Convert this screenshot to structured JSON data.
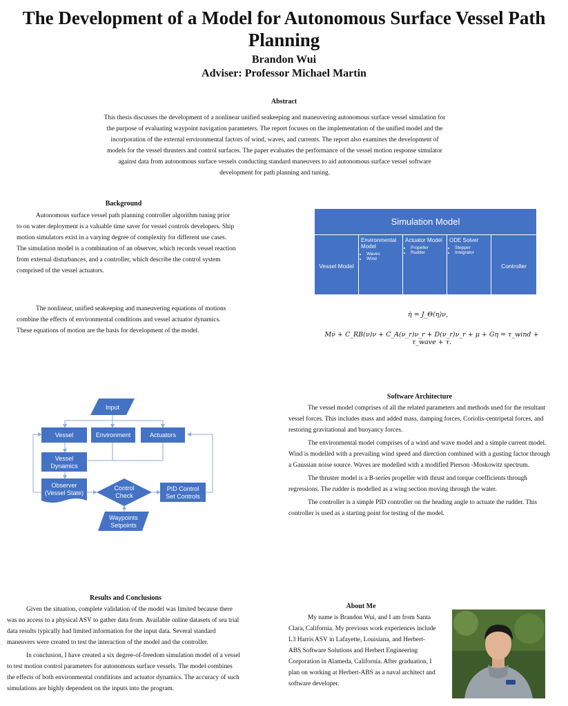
{
  "title": "The Development of a Model for Autonomous Surface Vessel Path Planning",
  "author": "Brandon Wui",
  "adviser": "Adviser: Professor Michael Martin",
  "abstract": {
    "heading": "Abstract",
    "text": "This thesis discusses the development of a nonlinear unified seakeeping and maneuvering autonomous surface vessel simulation for the purpose of evaluating waypoint navigation parameters. The report focuses on the implementation of the unified model and the incorporation of the external environmental factors of wind, waves, and currents. The report also examines the development of models for the vessel thrusters and control surfaces. The paper evaluates the performance of the vessel motion response simulator against data from autonomous surface vessels conducting standard maneuvers to aid autonomous surface vessel software development for path planning and tuning."
  },
  "background": {
    "heading": "Background",
    "p1": "Autonomous surface vessel path planning controller algorithm tuning prior to on water deployment is a valuable time saver for vessel controls developers. Ship motion simulators exist in a varying degree of complexity for different use cases. The simulation model is a combination of an observer, which records vessel reaction from external disturbances, and a controller, which describe the control system comprised of the vessel actuators.",
    "p2": "The nonlinear, unified seakeeping and maneuvering equations of motions combine the effects of environmental conditions and vessel actuator dynamics. These equations of motion are the basis for development of the model."
  },
  "simulation_model": {
    "header": "Simulation Model",
    "vessel_model": "Vessel Model",
    "environmental": {
      "title": "Environmental Model",
      "items": [
        "Waves",
        "Wind"
      ]
    },
    "actuator": {
      "title": "Actuator Model",
      "items": [
        "Propeller",
        "Rudder"
      ]
    },
    "ode": {
      "title": "ODE Solver",
      "items": [
        "Stepper",
        "Integrator"
      ]
    },
    "controller": "Controller"
  },
  "equations": {
    "eq1": "η̇ = J_Θ(η)ν,",
    "eq2": "Mν̇ + C_RB(ν)ν + C_A(ν_r)ν_r + D(ν_r)ν_r + μ + Gη = τ_wind + τ_wave + τ."
  },
  "flowchart": {
    "input": "Input",
    "vessel": "Vessel",
    "environment": "Environment",
    "actuators": "Actuators",
    "vessel_dynamics_1": "Vessel",
    "vessel_dynamics_2": "Dynamics",
    "observer_1": "Observer",
    "observer_2": "(Vessel State)",
    "control_check_1": "Control",
    "control_check_2": "Check",
    "pid_1": "PID Control",
    "pid_2": "Set Controls",
    "waypoints_1": "Waypoints",
    "waypoints_2": "Setpoints"
  },
  "software_architecture": {
    "heading": "Software Architecture",
    "p1": "The vessel model comprises of all the related parameters and methods used for the resultant vessel forces. This includes mass and added mass, damping forces, Coriolis-centripetal forces, and restoring gravitational and buoyancy forces.",
    "p2": "The environmental model comprises of a wind and wave model and a simple current model. Wind is modelled with a prevailing wind speed and direction combined with a gusting factor through a Gaussian noise source. Waves are modelled with a modified Pierson -Moskowitz spectrum.",
    "p3": "The thruster model is a B-series propeller with thrust and torque coefficients through regressions. The rudder is modelled as a wing section moving through the water.",
    "p4": "The controller is a simple PID controller on the heading angle to actuate the rudder. This controller is used as a starting point for testing of the model."
  },
  "results": {
    "heading": "Results and Conclusions",
    "p1": "Given the situation, complete validation of the model was limited because there was no access to a physical ASV to gather data from. Available online datasets of sea trial data results typically had limited information for the input data. Several standard maneuvers were created to test the interaction of the model and the controller.",
    "p2": "In conclusion, I have created a six degree-of-freedom simulation model of a vessel to test motion control parameters for autonomous surface vessels. The model combines the effects of both environmental conditions and actuator dynamics. The accuracy of such simulations are highly dependent on the inputs into the program."
  },
  "about": {
    "heading": "About Me",
    "text": "My name is Brandon Wui, and I am from Santa Clara, California. My previous work experiences include L3 Harris ASV in Lafayette, Louisiana, and Herbert-ABS Software Solutions and Herbert Engineering Corporation in Alameda, California. After graduation, I plan on working at Herbert-ABS as a naval architect and software developer."
  },
  "colors": {
    "box_blue": "#4472c4",
    "arrow_blue": "#8eaadb"
  }
}
